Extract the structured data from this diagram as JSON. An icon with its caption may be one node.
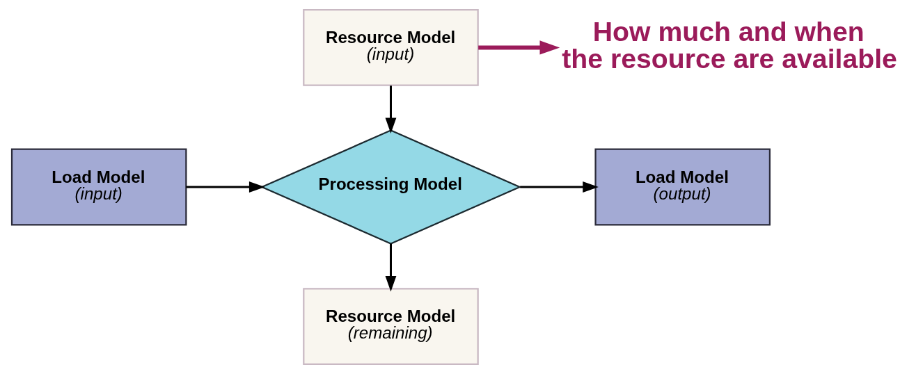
{
  "diagram": {
    "nodes": [
      {
        "text": [
          "Resource Model",
          "(input)"
        ]
      },
      {
        "text": [
          "Load Model",
          "(input)"
        ]
      },
      {
        "text": [
          "Processing Model"
        ]
      },
      {
        "text": [
          "Load Model",
          "(output)"
        ]
      },
      {
        "text": [
          "Resource Model",
          "(remaining)"
        ]
      },
      {
        "text": [
          "How much and when the resource are available"
        ]
      }
    ],
    "edges": [
      {
        "from": 0,
        "to": 2,
        "arrow": "to"
      },
      {
        "from": 1,
        "to": 2,
        "arrow": "to"
      },
      {
        "from": 2,
        "to": 3,
        "arrow": "to"
      },
      {
        "from": 2,
        "to": 4,
        "arrow": "to"
      },
      {
        "from": 0,
        "to": 5,
        "arrow": "to",
        "style": "thick",
        "color": "#9b1b5a"
      }
    ]
  }
}
